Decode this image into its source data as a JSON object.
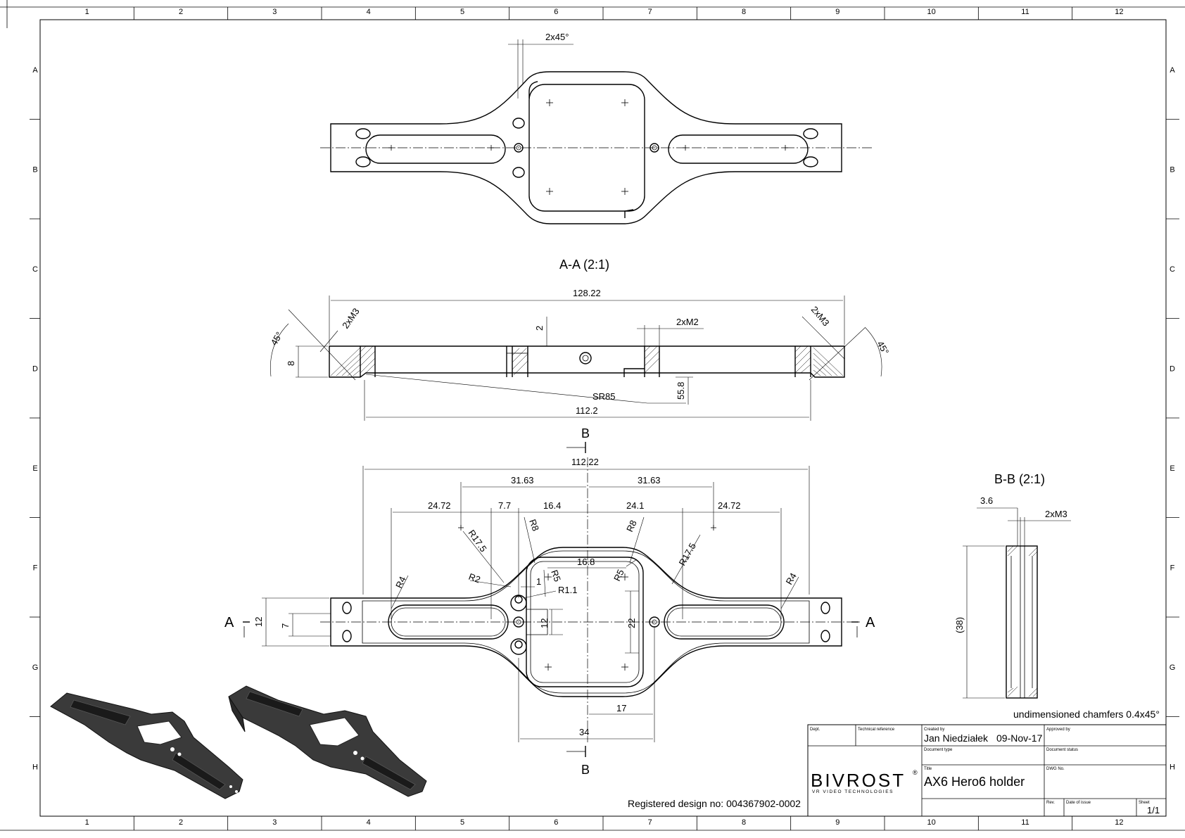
{
  "border": {
    "columns": [
      "1",
      "2",
      "3",
      "4",
      "5",
      "6",
      "7",
      "8",
      "9",
      "10",
      "11",
      "12"
    ],
    "rows": [
      "A",
      "B",
      "C",
      "D",
      "E",
      "F",
      "G",
      "H"
    ]
  },
  "top_view": {
    "chamfer_note": "2x45°"
  },
  "section_aa": {
    "title": "A-A (2:1)",
    "dims": {
      "overall": "128.22",
      "bottom": "112.2",
      "sr": "SR85",
      "depth": "55.8",
      "two_mm": "2",
      "height": "8",
      "m3_left": "2xM3",
      "m3_right": "2xM3",
      "m2": "2xM2",
      "angle_left": "45°",
      "angle_right": "45°"
    }
  },
  "front_view": {
    "section_b_top": "B",
    "section_b_bottom": "B",
    "section_a_left": "A",
    "section_a_right": "A",
    "dims": {
      "overall": "112.22",
      "d3163a": "31.63",
      "d3163b": "31.63",
      "d2472a": "24.72",
      "d77": "7.7",
      "d164": "16.4",
      "d241": "24.1",
      "d2472b": "24.72",
      "r175a": "R17.5",
      "r8a": "R8",
      "r8b": "R8",
      "r175b": "R17.5",
      "d168": "16.8",
      "r4a": "R4",
      "r4b": "R4",
      "r2": "R2",
      "one": "1",
      "r5a": "R5",
      "r11": "R1.1",
      "r5b": "R5",
      "h12a": "12",
      "h7": "7",
      "h12b": "12",
      "h22": "22",
      "d17": "17",
      "d34": "34"
    }
  },
  "section_bb": {
    "title": "B-B (2:1)",
    "d36": "3.6",
    "m3": "2xM3",
    "h38": "(38)"
  },
  "notes": {
    "chamfers": "undimensioned chamfers 0.4x45°",
    "registered": "Registered design no: 004367902-0002"
  },
  "title_block": {
    "dept_label": "Dept.",
    "tech_ref_label": "Technical reference",
    "created_by_label": "Created by",
    "created_by": "Jan Niedziałek",
    "date": "09-Nov-17",
    "approved_by_label": "Approved by",
    "doc_type_label": "Document type",
    "doc_status_label": "Document status",
    "title_label": "Title",
    "title": "AX6 Hero6 holder",
    "dwg_label": "DWG No.",
    "rev_label": "Rev.",
    "date_issue_label": "Date of issue",
    "sheet_label": "Sheet",
    "sheet": "1/1",
    "logo_text": "BIVROST",
    "logo_sub": "VR VIDEO TECHNOLOGIES"
  }
}
